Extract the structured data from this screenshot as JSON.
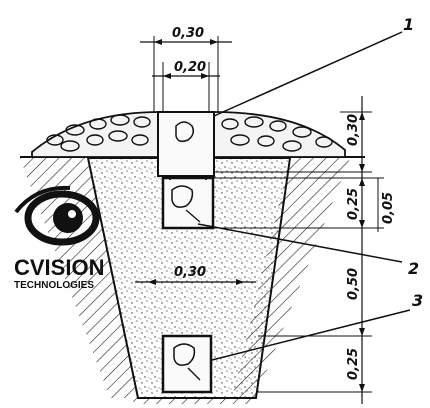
{
  "dimensions": {
    "top_width_outer": "0,30",
    "top_width_inner": "0,20",
    "mid_width": "0,30",
    "h_stone_layer": "0,30",
    "h_upper_block": "0,25",
    "h_middle": "0,50",
    "h_lower_block": "0,25",
    "h_gap": "0,05"
  },
  "callouts": [
    "1",
    "2",
    "3"
  ],
  "watermark": {
    "name": "CVISION",
    "sub": "TECHNOLOGIES"
  }
}
